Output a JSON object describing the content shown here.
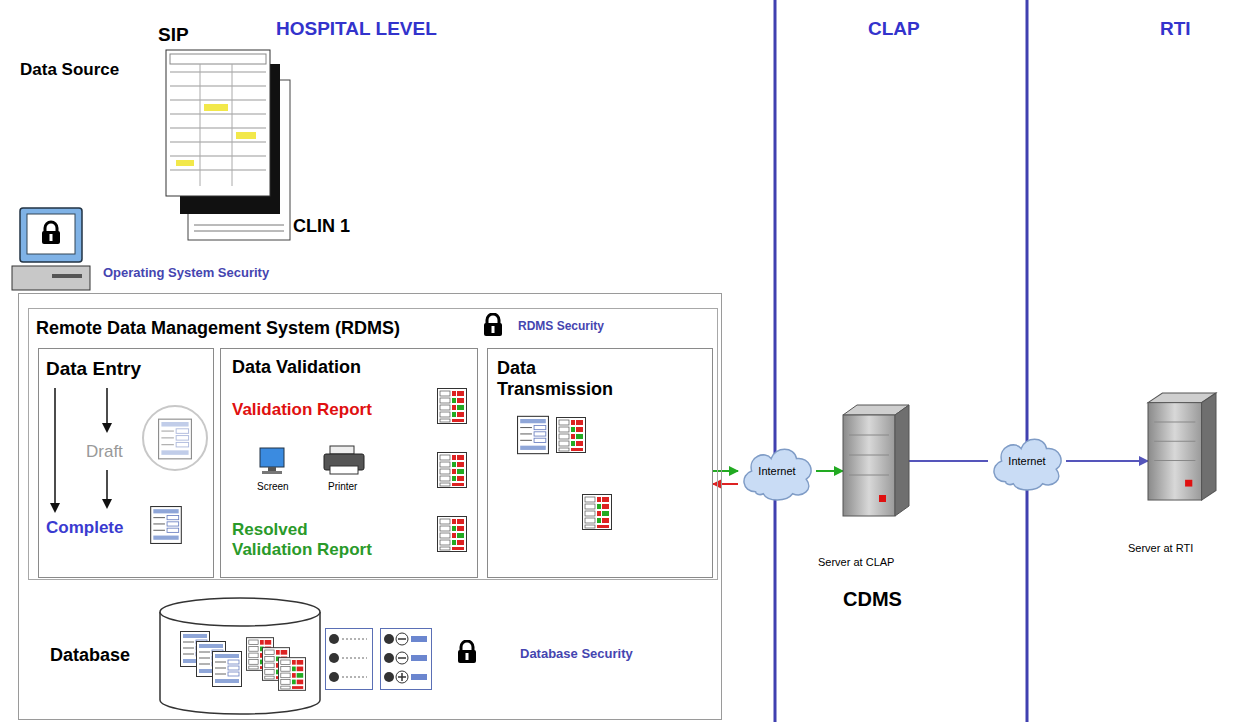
{
  "diagram": {
    "nodes": [
      {
        "text": [
          "Operating System Security"
        ]
      },
      {
        "text": [
          "Remote Data Management System (RDMS)",
          "RDMS Security"
        ],
        "in": 0
      },
      {
        "text": [
          "Data Entry",
          "Draft",
          "Complete"
        ],
        "in": 1
      },
      {
        "text": [
          "Data Validation",
          "Validation Report",
          "Resolved Validation Report"
        ],
        "in": 1
      },
      {
        "text": [
          "Data Transmission"
        ],
        "in": 1
      },
      {
        "text": [
          "Internet"
        ]
      },
      {
        "text": [
          "Server at CLAP",
          "CDMS"
        ]
      },
      {
        "text": [
          "Internet"
        ]
      },
      {
        "text": [
          "Server at RTI"
        ]
      }
    ],
    "edges": [
      {
        "from": 4,
        "to": 5,
        "arrow": "to"
      },
      {
        "from": 5,
        "to": 6,
        "arrow": "to"
      },
      {
        "from": 5,
        "to": 4,
        "arrow": "to"
      },
      {
        "from": 6,
        "to": 7,
        "arrow": "none"
      },
      {
        "from": 7,
        "to": 8,
        "arrow": "to"
      }
    ],
    "labels": [
      "HOSPITAL LEVEL",
      "CLAP",
      "RTI",
      "SIP",
      "Data Source",
      "CLIN 1",
      "Screen",
      "Printer",
      "Database",
      "Database Security"
    ]
  }
}
